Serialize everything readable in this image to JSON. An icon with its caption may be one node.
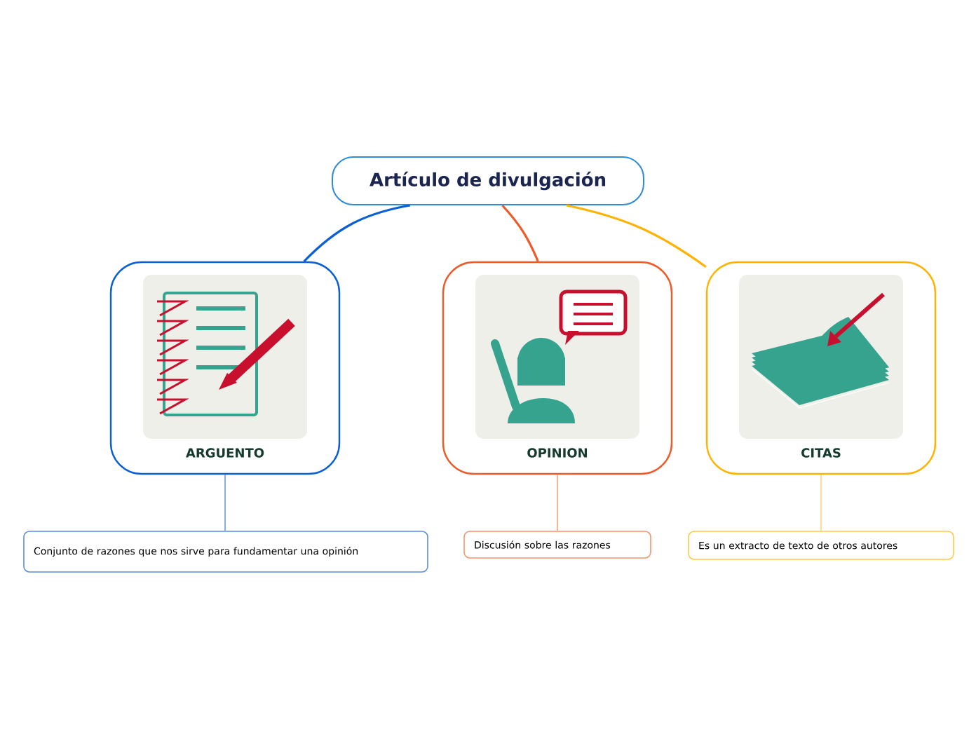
{
  "diagram": {
    "nodes": [
      {
        "text": [
          "Artículo de divulgación"
        ]
      },
      {
        "text": [
          "ARGUENTO"
        ]
      },
      {
        "text": [
          "OPINION"
        ]
      },
      {
        "text": [
          "CITAS"
        ]
      },
      {
        "text": [
          "Conjunto de razones que nos sirve para fundamentar una opinión"
        ]
      },
      {
        "text": [
          "Discusión sobre las razones"
        ]
      },
      {
        "text": [
          "Es un extracto de texto de otros autores"
        ]
      }
    ],
    "edges": [
      {
        "from": 0,
        "to": 1,
        "arrow": "none",
        "color": "#0b5fd6"
      },
      {
        "from": 0,
        "to": 2,
        "arrow": "none",
        "color": "#f05a28"
      },
      {
        "from": 0,
        "to": 3,
        "arrow": "none",
        "color": "#ffb300"
      },
      {
        "from": 1,
        "to": 4,
        "arrow": "none",
        "color": "#6a9be6"
      },
      {
        "from": 2,
        "to": 5,
        "arrow": "none",
        "color": "#f5a27f"
      },
      {
        "from": 3,
        "to": 6,
        "arrow": "none",
        "color": "#ffd27a"
      }
    ]
  }
}
